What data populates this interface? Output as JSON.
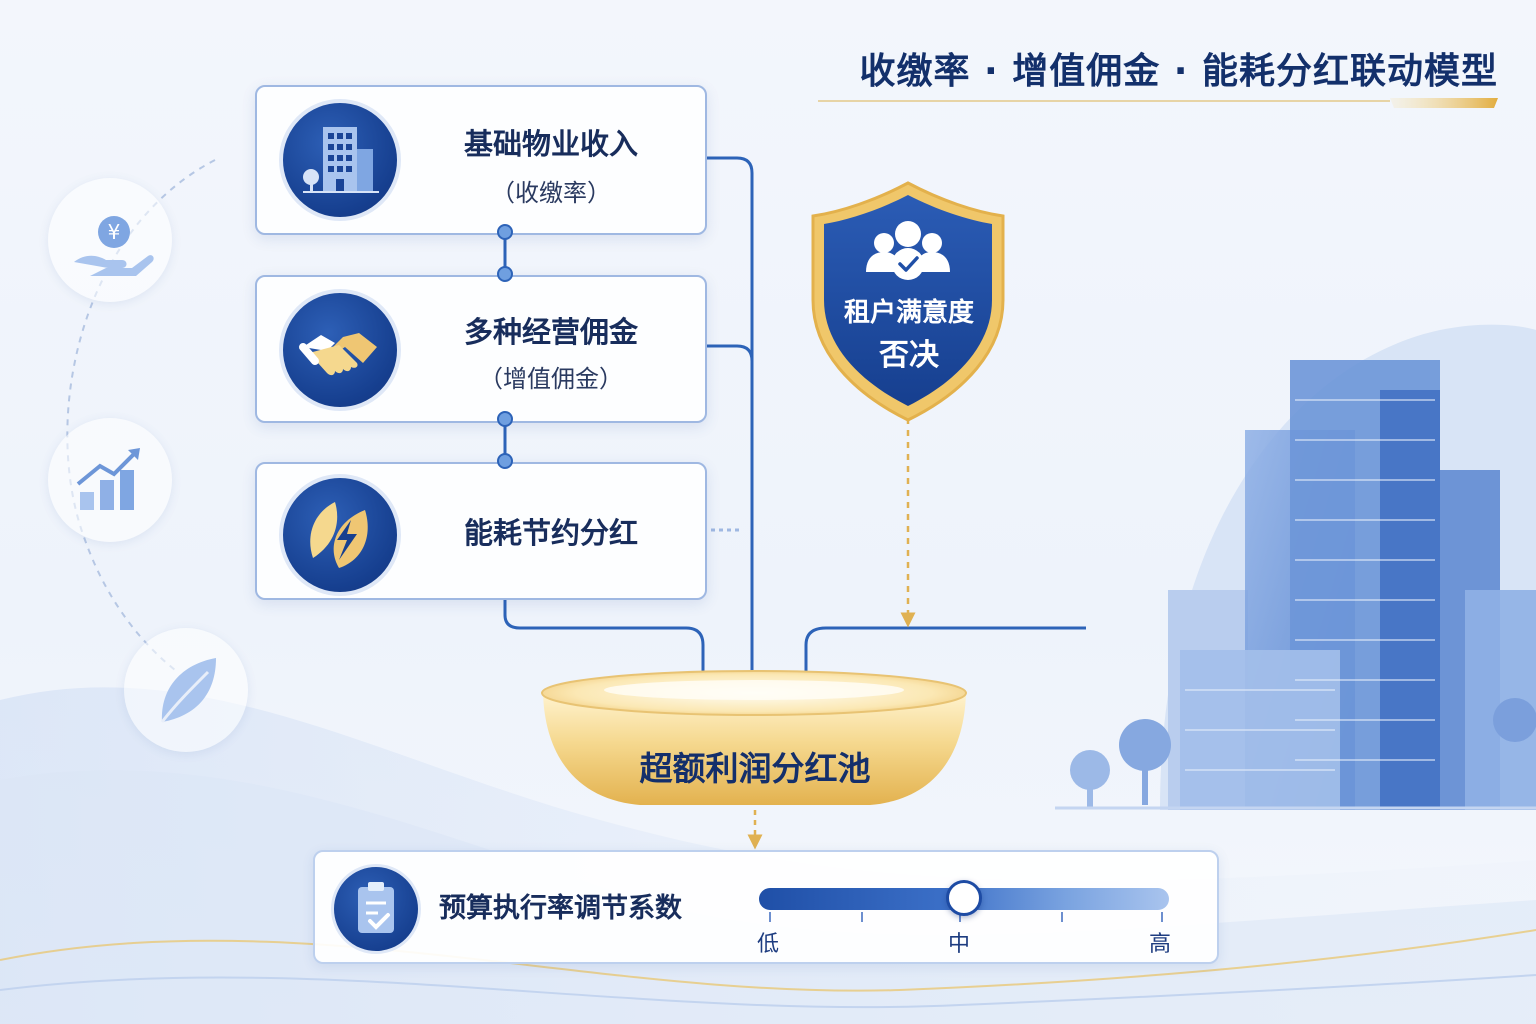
{
  "title": "收缴率 · 增值佣金 · 能耗分红联动模型",
  "colors": {
    "navy": "#13306b",
    "blue": "#2d63b8",
    "gold": "#e8b84e",
    "card_border": "#9fb8e2"
  },
  "cards": [
    {
      "title": "基础物业收入",
      "subtitle": "（收缴率）",
      "icon": "office-building-icon"
    },
    {
      "title": "多种经营佣金",
      "subtitle": "（增值佣金）",
      "icon": "handshake-icon"
    },
    {
      "title": "能耗节约分红",
      "subtitle": "",
      "icon": "leaf-lightning-icon"
    }
  ],
  "side_icons": [
    "yen-hand-icon",
    "growth-chart-icon",
    "leaf-icon"
  ],
  "shield": {
    "line1": "租户满意度",
    "line2": "否决",
    "icon": "tenant-group-check-icon"
  },
  "pool": {
    "label": "超额利润分红池"
  },
  "budget": {
    "label": "预算执行率调节系数",
    "icon": "clipboard-check-icon",
    "levels": [
      "低",
      "中",
      "高"
    ],
    "selected": "中",
    "position_fraction": 0.5
  }
}
